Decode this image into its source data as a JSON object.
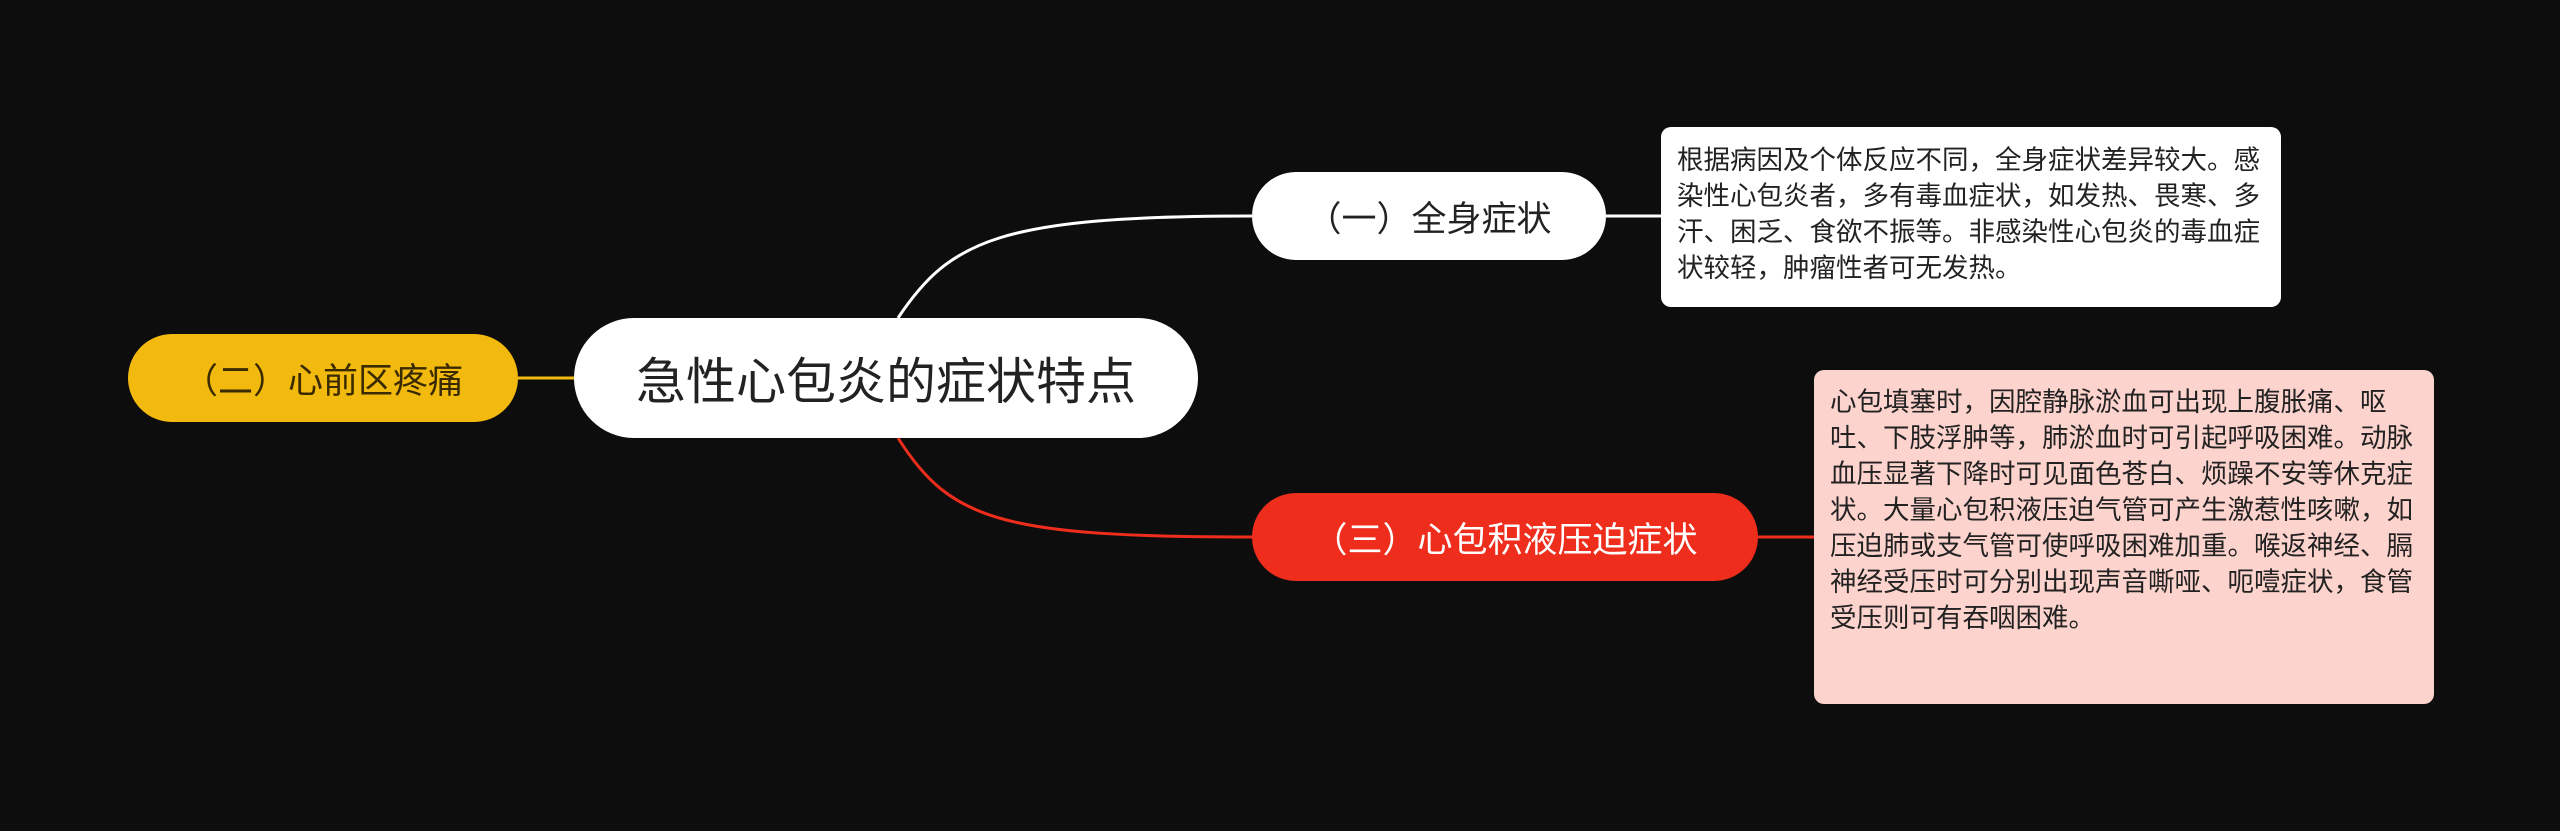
{
  "root": {
    "label": "急性心包炎的症状特点"
  },
  "branches": [
    {
      "label": "（一）全身症状",
      "color": "#ffffff",
      "note": "根据病因及个体反应不同，全身症状差异较大。感染性心包炎者，多有毒血症状，如发热、畏寒、多汗、困乏、食欲不振等。非感染性心包炎的毒血症状较轻，肿瘤性者可无发热。"
    },
    {
      "label": "（二）心前区疼痛",
      "color": "#f2b90e"
    },
    {
      "label": "（三）心包积液压迫症状",
      "color": "#ee2d1c",
      "note": "心包填塞时，因腔静脉淤血可出现上腹胀痛、呕吐、下肢浮肿等，肺淤血时可引起呼吸困难。动脉血压显著下降时可见面色苍白、烦躁不安等休克症状。大量心包积液压迫气管可产生激惹性咳嗽，如压迫肺或支气管可使呼吸困难加重。喉返神经、膈神经受压时可分别出现声音嘶哑、呃噎症状，食管受压则可有吞咽困难。"
    }
  ]
}
